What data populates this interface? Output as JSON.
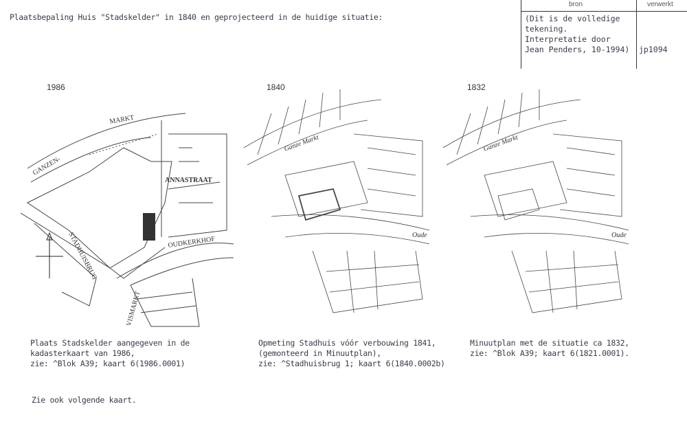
{
  "title": "Plaatsbepaling Huis \"Stadskelder\" in 1840 en geprojecteerd in de huidige situatie:",
  "source_box": {
    "header_bron": "bron",
    "header_verwerkt": "verwerkt",
    "bron_lines": [
      "(Dit is de volledige",
      "tekening.",
      "Interpretatie door",
      "Jean Penders, 10-1994)"
    ],
    "verwerkt": "jp1094"
  },
  "maps": [
    {
      "year": "1986",
      "streets": [
        "MARKT",
        "GANZEN-",
        "ANNASTRAAT",
        "OUDKERKHOF",
        "STADHUISBRUG",
        "VISMARKT"
      ],
      "caption": [
        "Plaats Stadskelder aangegeven in de",
        "kadasterkaart van 1986,",
        "zie: ^Blok A39; kaart 6(1986.0001)"
      ]
    },
    {
      "year": "1840",
      "streets": [
        "Ganze Markt",
        "Oude"
      ],
      "caption": [
        "Opmeting Stadhuis vóór verbouwing 1841,",
        "(gemonteerd in Minuutplan),",
        "zie: ^Stadhuisbrug 1; kaart 6(1840.0002b)"
      ]
    },
    {
      "year": "1832",
      "streets": [
        "Ganze Markt",
        "Oude"
      ],
      "caption": [
        "Minuutplan met de situatie ca 1832,",
        "zie: ^Blok A39; kaart 6(1821.0001)."
      ]
    }
  ],
  "footer_note": "Zie ook volgende kaart."
}
